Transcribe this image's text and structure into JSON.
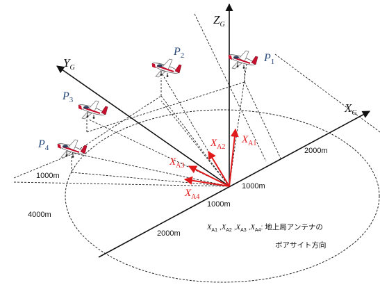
{
  "axes": {
    "x": {
      "main": "X",
      "sub": "G"
    },
    "y": {
      "main": "Y",
      "sub": "G"
    },
    "z": {
      "main": "Z",
      "sub": "G"
    }
  },
  "planes": [
    {
      "main": "P",
      "sub": "1"
    },
    {
      "main": "P",
      "sub": "2"
    },
    {
      "main": "P",
      "sub": "3"
    },
    {
      "main": "P",
      "sub": "4"
    }
  ],
  "boresight_vectors": [
    {
      "main": "X",
      "sub": "A1"
    },
    {
      "main": "X",
      "sub": "A2"
    },
    {
      "main": "X",
      "sub": "A3"
    },
    {
      "main": "X",
      "sub": "A4"
    }
  ],
  "distances": {
    "x_2000": "2000m",
    "x_1000": "1000m",
    "y_1000_near": "1000m",
    "y_1000_far": "1000m",
    "y_4000": "4000m",
    "y_2000": "2000m"
  },
  "legend": {
    "symbols": "X",
    "s1": "A1",
    "s2": "A2",
    "s3": "A3",
    "s4": "A4",
    "sep": ",",
    "colon_text": ": 地上局アンテナの",
    "line2": "ボアサイト方向"
  },
  "colors": {
    "vector": "#e0191b",
    "plane_label": "#2a4a7a",
    "axis": "#111111"
  }
}
